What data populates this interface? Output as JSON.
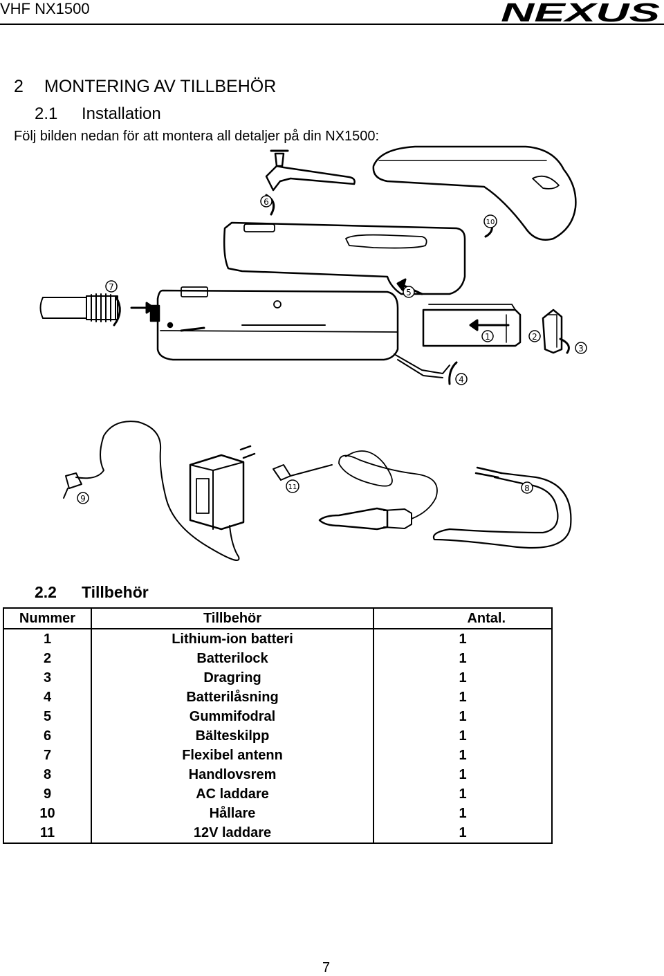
{
  "header": {
    "title": "VHF NX1500",
    "logo_text": "NEXUS"
  },
  "section": {
    "number": "2",
    "title": "MONTERING AV TILLBEHÖR"
  },
  "subsection_installation": {
    "number": "2.1",
    "title": "Installation"
  },
  "intro_text": "Följ bilden nedan för att montera all detaljer på din NX1500:",
  "figure_callouts": [
    "1",
    "2",
    "3",
    "4",
    "5",
    "6",
    "7",
    "8",
    "9",
    "10",
    "11"
  ],
  "subsection_accessories": {
    "number": "2.2",
    "title": "Tillbehör"
  },
  "table": {
    "headers": [
      "Nummer",
      "Tillbehör",
      "Antal."
    ],
    "rows": [
      [
        "1",
        "Lithium-ion batteri",
        "1"
      ],
      [
        "2",
        "Batterilock",
        "1"
      ],
      [
        "3",
        "Dragring",
        "1"
      ],
      [
        "4",
        "Batterilåsning",
        "1"
      ],
      [
        "5",
        "Gummifodral",
        "1"
      ],
      [
        "6",
        "Bälteskilpp",
        "1"
      ],
      [
        "7",
        "Flexibel antenn",
        "1"
      ],
      [
        "8",
        "Handlovsrem",
        "1"
      ],
      [
        "9",
        "AC laddare",
        "1"
      ],
      [
        "10",
        "Hållare",
        "1"
      ],
      [
        "11",
        "12V laddare",
        "1"
      ]
    ]
  },
  "page_number": "7"
}
